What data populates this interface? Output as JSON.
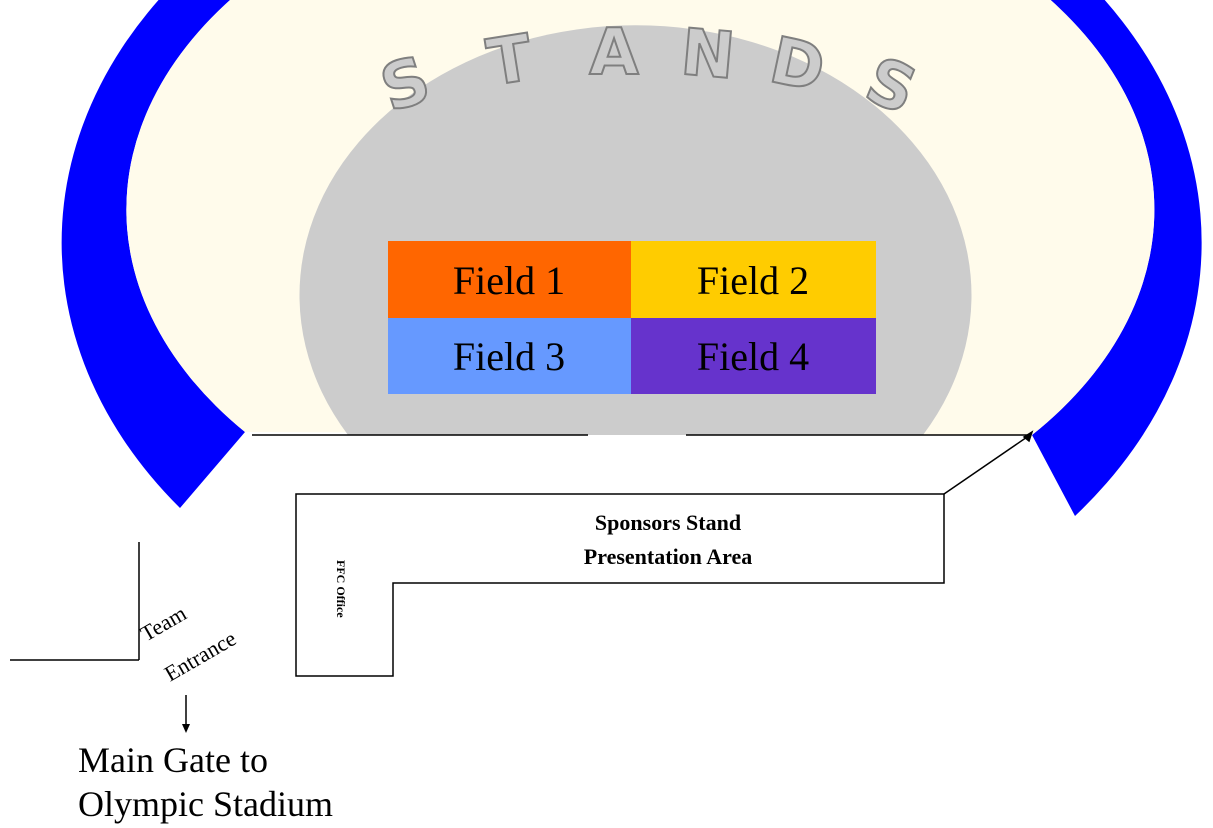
{
  "stands": {
    "letters": [
      "S",
      "T",
      "A",
      "N",
      "D",
      "S"
    ],
    "color": "#0000ff",
    "letter_color": "#cccccc"
  },
  "fields": [
    {
      "label": "Field 1",
      "color": "#ff6600"
    },
    {
      "label": "Field 2",
      "color": "#ffcc00"
    },
    {
      "label": "Field 3",
      "color": "#6699ff"
    },
    {
      "label": "Field 4",
      "color": "#6633cc"
    }
  ],
  "sponsors": {
    "line1": "Sponsors Stand",
    "line2": "Presentation Area"
  },
  "office": {
    "label": "FFC Office"
  },
  "team_entrance": {
    "line1": "Team",
    "line2": "Entrance"
  },
  "main_gate": {
    "line1": "Main Gate to",
    "line2": "Olympic Stadium"
  },
  "colors": {
    "infield": "#cccccc",
    "inner_ring": "#fffbeb",
    "outline": "#000000"
  }
}
